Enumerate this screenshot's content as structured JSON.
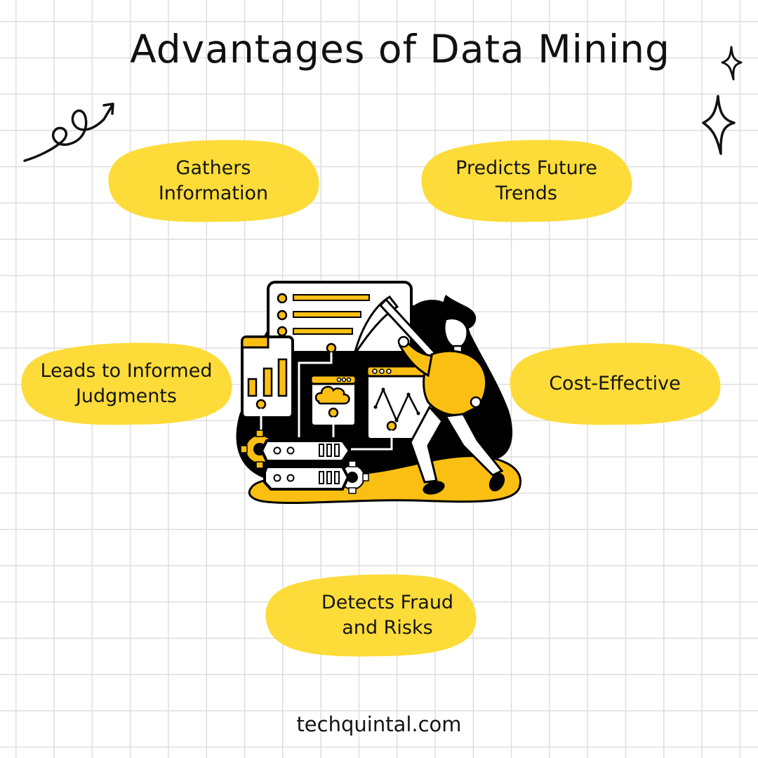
{
  "header": {
    "title": "Advantages of Data Mining"
  },
  "advantages": [
    {
      "label": "Gathers\nInformation"
    },
    {
      "label": "Predicts Future\nTrends"
    },
    {
      "label": "Leads to Informed\nJudgments"
    },
    {
      "label": "Cost-Effective"
    },
    {
      "label": "Detects Fraud\nand Risks"
    }
  ],
  "illustration": {
    "description": "person with pickaxe mining data dashboards and servers",
    "icons": [
      "list-panel-icon",
      "bar-chart-icon",
      "cloud-window-icon",
      "line-chart-window-icon",
      "server-icon",
      "gear-icon",
      "pickaxe-icon",
      "person-icon"
    ]
  },
  "decorations": [
    "curly-arrow-icon",
    "sparkle-icon",
    "sparkle-icon"
  ],
  "footer": {
    "website": "techquintal.com"
  },
  "colors": {
    "blob_yellow": "#FDDC3A",
    "illustration_yellow": "#FBBF14",
    "ink": "#111111",
    "grid": "#DEDEDE",
    "background": "#FFFFFF"
  }
}
